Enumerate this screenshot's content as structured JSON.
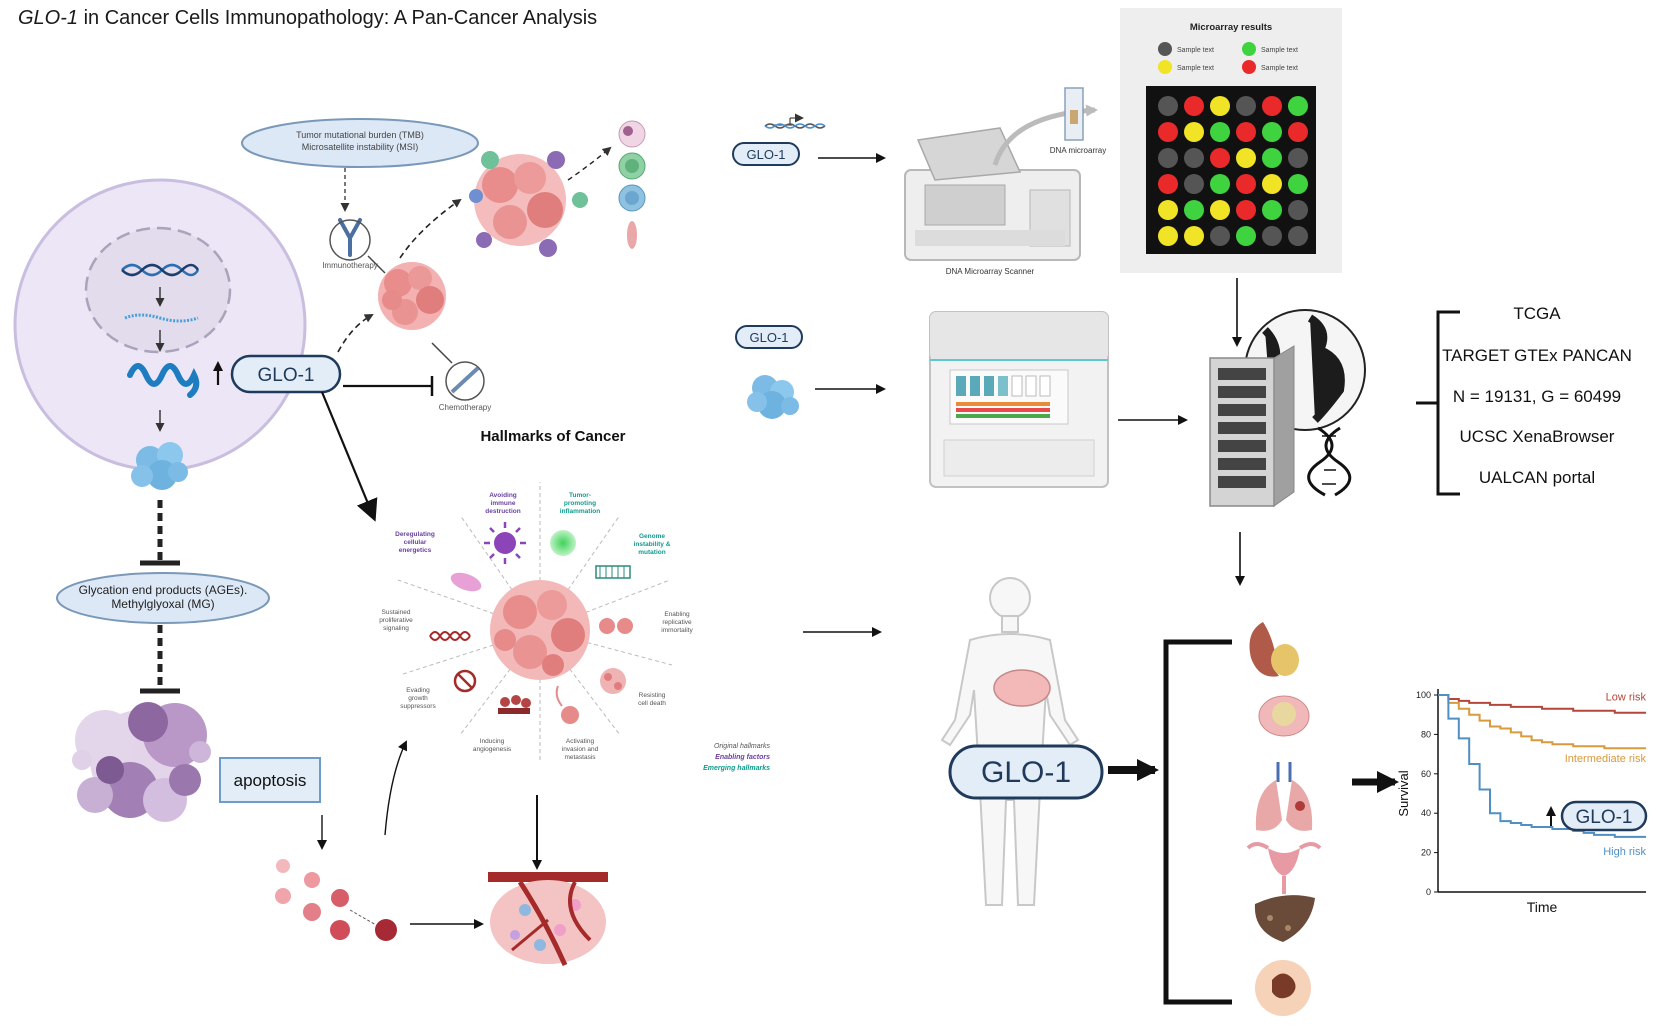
{
  "title": {
    "italic_part": "GLO-1",
    "rest": " in Cancer Cells Immunopathology: A Pan-Cancer Analysis"
  },
  "cell": {
    "tmb_line1": "Tumor mutational burden (TMB)",
    "tmb_line2": "Microsatellite instability (MSI)",
    "immunotherapy": "Immunotherapy",
    "chemotherapy": "Chemotherapy",
    "glo_label": "GLO-1",
    "ages_line1": "Glycation end products (AGEs).",
    "ages_line2": "Methylglyoxal  (MG)",
    "apoptosis": "apoptosis"
  },
  "hallmarks": {
    "title": "Hallmarks of Cancer",
    "avoiding": [
      "Avoiding",
      "immune",
      "destruction"
    ],
    "inflammation": [
      "Tumor-",
      "promoting",
      "inflammation"
    ],
    "genome": [
      "Genome",
      "instability &",
      "mutation"
    ],
    "replicative": [
      "Enabling",
      "replicative",
      "immortality"
    ],
    "cell_death": [
      "Resisting",
      "cell death"
    ],
    "invasion": [
      "Activating",
      "invasion and",
      "metastasis"
    ],
    "angiogenesis": [
      "Inducing",
      "angiogenesis"
    ],
    "growth": [
      "Evading",
      "growth",
      "suppressors"
    ],
    "proliferative": [
      "Sustained",
      "proliferative",
      "signaling"
    ],
    "energetics": [
      "Deregulating",
      "cellular",
      "energetics"
    ],
    "legend": [
      "Original hallmarks",
      "Enabling factors",
      "Emerging hallmarks"
    ]
  },
  "microarray": {
    "glo_top": "GLO-1",
    "glo_mid": "GLO-1",
    "dna_microarray": "DNA microarray",
    "scanner": "DNA Microarray Scanner",
    "results_title": "Microarray results",
    "legend": [
      "Sample text",
      "Sample text",
      "Sample text",
      "Sample text"
    ],
    "grid": [
      "KRYKRG",
      "RYGRGR",
      "KKRYGK",
      "RKGRYG",
      "YGYRGK",
      "YYKGKK"
    ]
  },
  "databases": [
    "TCGA",
    "TARGET GTEx PANCAN",
    "N = 19131, G = 60499",
    "UCSC XenaBrowser",
    "UALCAN portal"
  ],
  "body_glo": "GLO-1",
  "survival": {
    "chart_data": {
      "type": "line",
      "title": "",
      "xlabel": "Time",
      "ylabel": "Survival",
      "ylim": [
        0,
        100
      ],
      "yticks": [
        "0",
        "20",
        "40",
        "60",
        "80",
        "100"
      ],
      "x": [
        0,
        1,
        2,
        3,
        4,
        5,
        6,
        7,
        8,
        9,
        10,
        11,
        12,
        13,
        14,
        15,
        16,
        17,
        18,
        19,
        20
      ],
      "series": [
        {
          "name": "Low risk",
          "values": [
            100,
            98,
            97,
            96,
            96,
            95,
            95,
            94,
            94,
            94,
            93,
            93,
            93,
            92,
            92,
            92,
            92,
            91,
            91,
            91,
            91
          ],
          "color": "#b5473a"
        },
        {
          "name": "Intermediate risk",
          "values": [
            100,
            96,
            93,
            90,
            87,
            84,
            83,
            81,
            79,
            77,
            76,
            75,
            75,
            74,
            74,
            74,
            73,
            73,
            73,
            73,
            73
          ],
          "color": "#d79a3c"
        },
        {
          "name": "High risk",
          "values": [
            100,
            88,
            78,
            65,
            52,
            40,
            36,
            35,
            34,
            33,
            33,
            32,
            32,
            31,
            30,
            29,
            29,
            28,
            28,
            28,
            28
          ],
          "color": "#4f8fc3"
        }
      ],
      "annotation": "GLO-1"
    }
  },
  "colors": {
    "glo_fill": "#e3edf7",
    "glo_stroke": "#1f3a5a",
    "cell_fill": "#ece6f6",
    "tumor": "#e88c8c",
    "protein": "#7bbbe6",
    "apoptosis": "#b998c8",
    "mg_red": "#ea2a2a",
    "mg_green": "#3fd33f",
    "mg_yellow": "#f1e325",
    "mg_grey": "#555555"
  }
}
